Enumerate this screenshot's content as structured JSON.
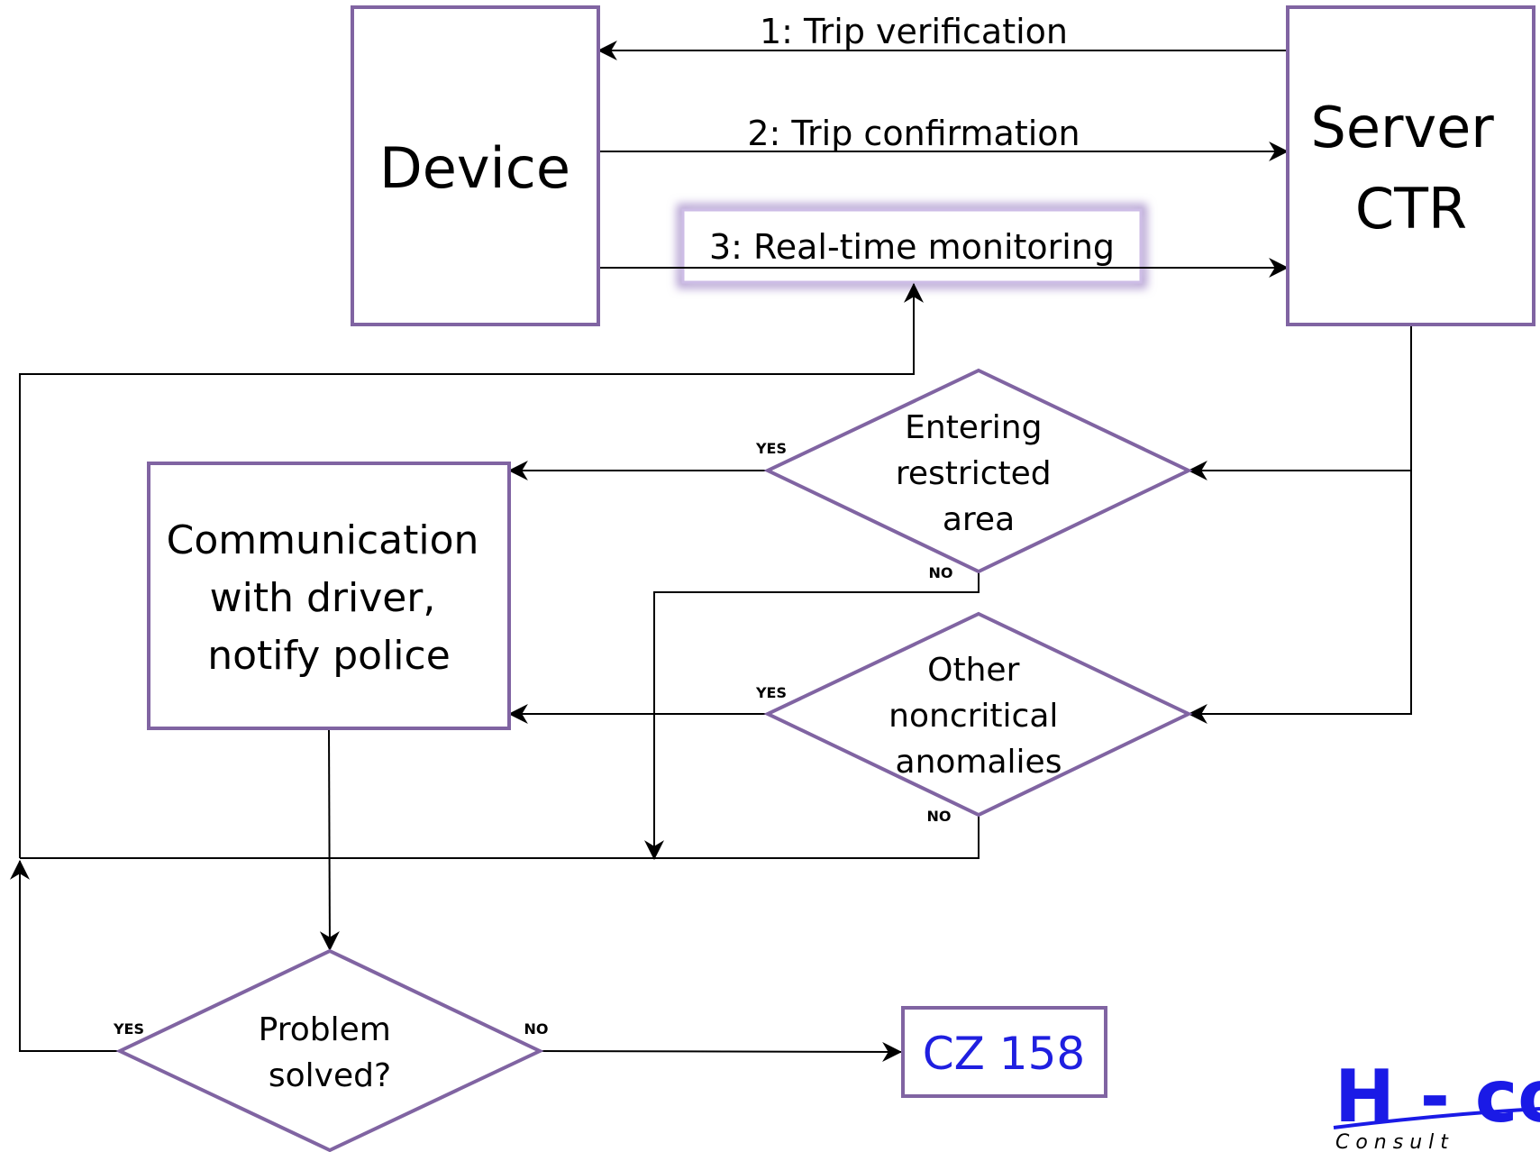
{
  "colors": {
    "box_stroke": "#8064a2",
    "line": "#000000",
    "highlight_glow": "#b4a0d2",
    "cz_text": "#1f1fe0",
    "logo": "#1a1ae6"
  },
  "nodes": {
    "device": "Device",
    "server": [
      "Server",
      "CTR"
    ],
    "communication": [
      "Communication",
      "with driver,",
      "notify police"
    ],
    "decision_restricted": [
      "Entering",
      "restricted",
      "area"
    ],
    "decision_anomalies": [
      "Other",
      "noncritical",
      "anomalies"
    ],
    "decision_solved": [
      "Problem",
      "solved?"
    ],
    "terminal": "CZ 158"
  },
  "messages": {
    "m1": "1: Trip verification",
    "m2": "2: Trip confirmation",
    "m3": "3: Real-time monitoring"
  },
  "branch_labels": {
    "yes": "YES",
    "no": "NO"
  },
  "logo": {
    "main": "H - co",
    "sub": "C o n s u l t"
  }
}
